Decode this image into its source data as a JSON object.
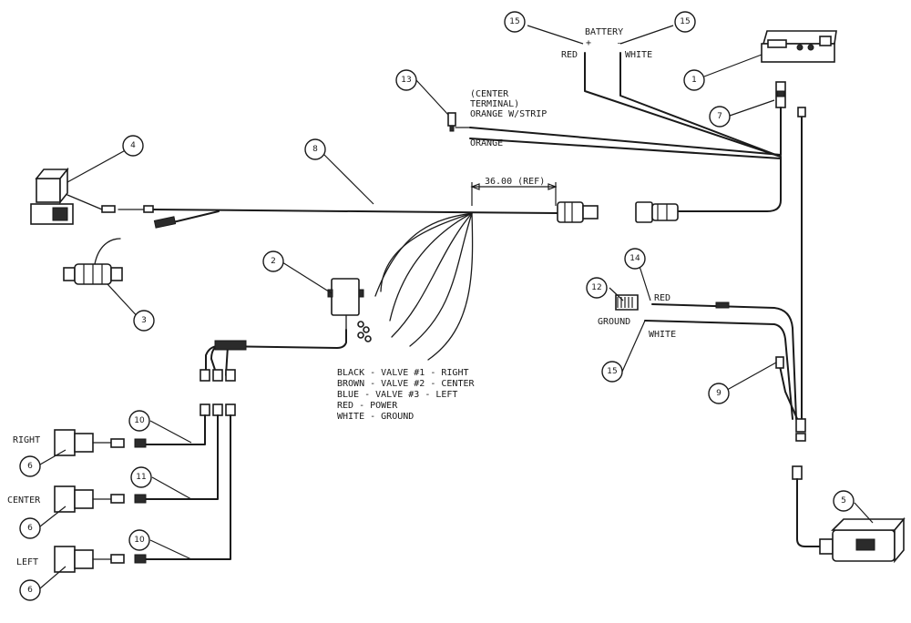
{
  "callouts": {
    "c15a": "15",
    "c15b": "15",
    "c15c": "15",
    "c1": "1",
    "c7": "7",
    "c13": "13",
    "c4": "4",
    "c8": "8",
    "c3": "3",
    "c2": "2",
    "c14": "14",
    "c12": "12",
    "c9": "9",
    "c10a": "10",
    "c10b": "10",
    "c11": "11",
    "c6a": "6",
    "c6b": "6",
    "c6c": "6",
    "c5": "5"
  },
  "labels": {
    "battery": "BATTERY",
    "battery_plus": "+",
    "battery_minus": "–",
    "red_top": "RED",
    "white_top": "WHITE",
    "center_terminal_1": "(CENTER",
    "center_terminal_2": "TERMINAL)",
    "orange_strip": "ORANGE W/STRIP",
    "orange": "ORANGE",
    "ref_dim": "36.00 (REF)",
    "red_mid": "RED",
    "ground": "GROUND",
    "white_mid": "WHITE",
    "right": "RIGHT",
    "center": "CENTER",
    "left": "LEFT",
    "legend_1": "BLACK - VALVE #1 - RIGHT",
    "legend_2": "BROWN - VALVE #2 - CENTER",
    "legend_3": "BLUE - VALVE #3 - LEFT",
    "legend_4": "RED - POWER",
    "legend_5": "WHITE - GROUND"
  }
}
